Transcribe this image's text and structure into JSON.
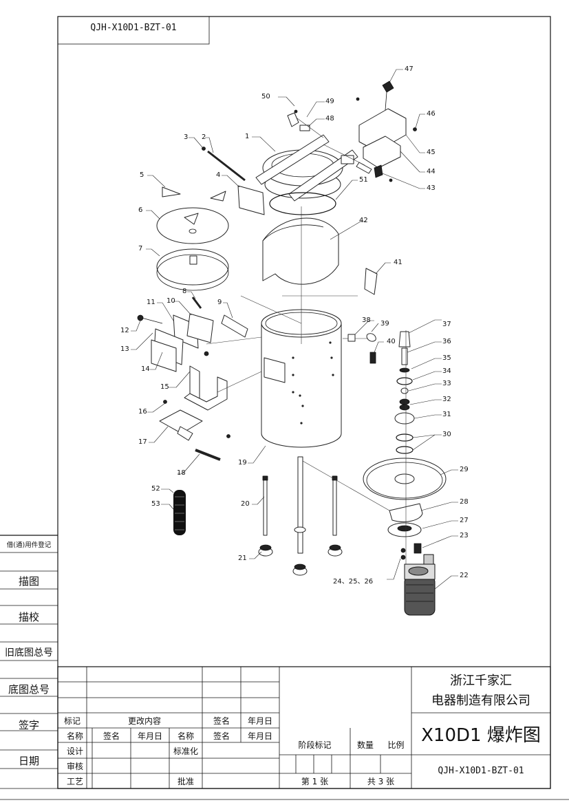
{
  "drawing_code_top": "QJH-X10D1-BZT-01",
  "side_panel": {
    "borrow_register": "借(通)用件登记",
    "tracing": "描图",
    "trace_check": "描校",
    "old_base_no": "旧底图总号",
    "base_no": "底图总号",
    "signature": "签字",
    "date": "日期"
  },
  "title_block": {
    "company_line1": "浙江千家汇",
    "company_line2": "电器制造有限公司",
    "drawing_title": "X10D1 爆炸图",
    "drawing_code": "QJH-X10D1-BZT-01",
    "mark": "标记",
    "change_content": "更改内容",
    "sign": "签名",
    "ymd": "年月日",
    "name": "名称",
    "design": "设计",
    "standardize": "标准化",
    "review": "审核",
    "process": "工艺",
    "approve": "批准",
    "stage_mark": "阶段标记",
    "quantity": "数量",
    "scale": "比例",
    "sheet_no": "第 1 张",
    "total": "共 3 张"
  },
  "part_labels": [
    "1",
    "2",
    "3",
    "4",
    "5",
    "6",
    "7",
    "8",
    "9",
    "10",
    "11",
    "12",
    "13",
    "14",
    "15",
    "16",
    "17",
    "18",
    "19",
    "20",
    "21",
    "22",
    "23",
    "24、25、26",
    "27",
    "28",
    "29",
    "30",
    "31",
    "32",
    "33",
    "34",
    "35",
    "36",
    "37",
    "38",
    "39",
    "40",
    "41",
    "42",
    "43",
    "44",
    "45",
    "46",
    "47",
    "48",
    "49",
    "50",
    "51",
    "52",
    "53"
  ]
}
